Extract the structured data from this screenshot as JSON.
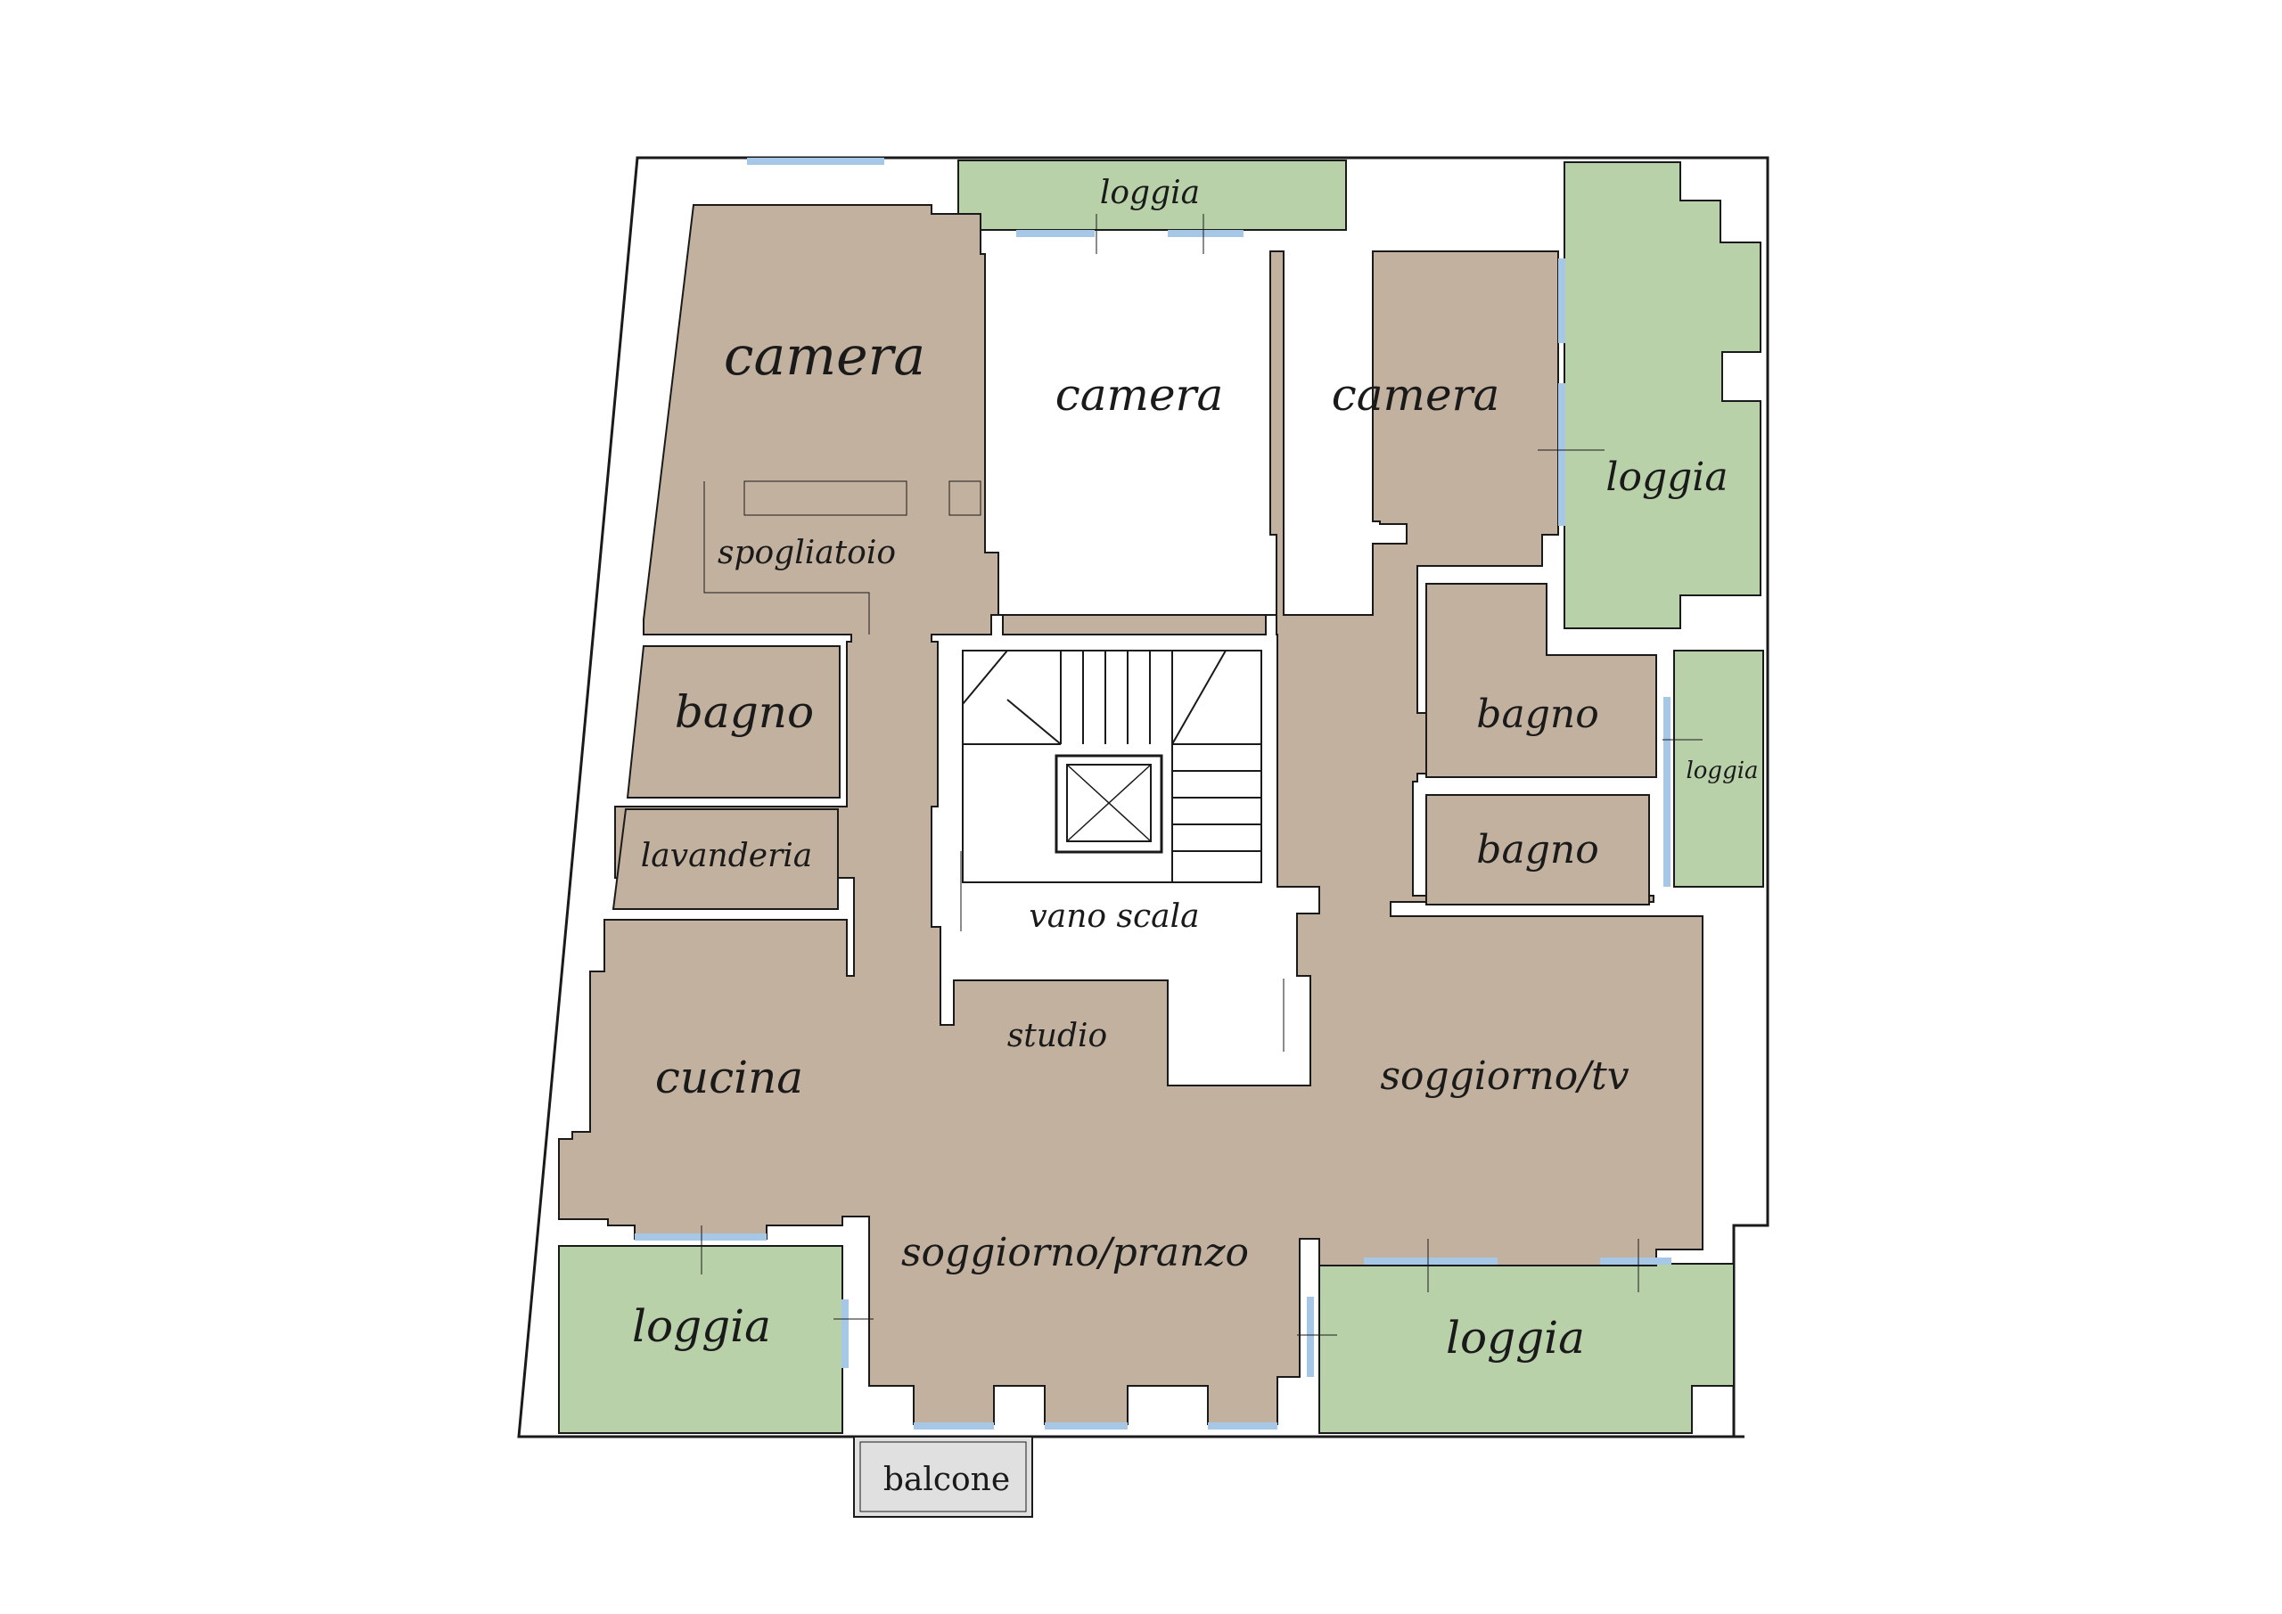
{
  "colors": {
    "room_fill": "#c2b19e",
    "loggia_fill": "#b8d1a8",
    "window": "#a7c7e6",
    "wall": "#ffffff",
    "line": "#1a1a1a",
    "balcony_fill": "#e0e0e0",
    "background": "#ffffff"
  },
  "rooms": {
    "camera_1": "camera",
    "camera_2": "camera",
    "camera_3": "camera",
    "spogliatoio": "spogliatoio",
    "bagno_1": "bagno",
    "lavanderia": "lavanderia",
    "cucina": "cucina",
    "studio": "studio",
    "vano_scala": "vano scala",
    "bagno_2": "bagno",
    "bagno_3": "bagno",
    "soggiorno_tv": "soggiorno/tv",
    "soggiorno_pranzo": "soggiorno/pranzo"
  },
  "outdoor": {
    "loggia_top": "loggia",
    "loggia_right_top": "loggia",
    "loggia_right_mid": "loggia",
    "loggia_bottom_left": "loggia",
    "loggia_bottom_right": "loggia",
    "balcone": "balcone"
  }
}
